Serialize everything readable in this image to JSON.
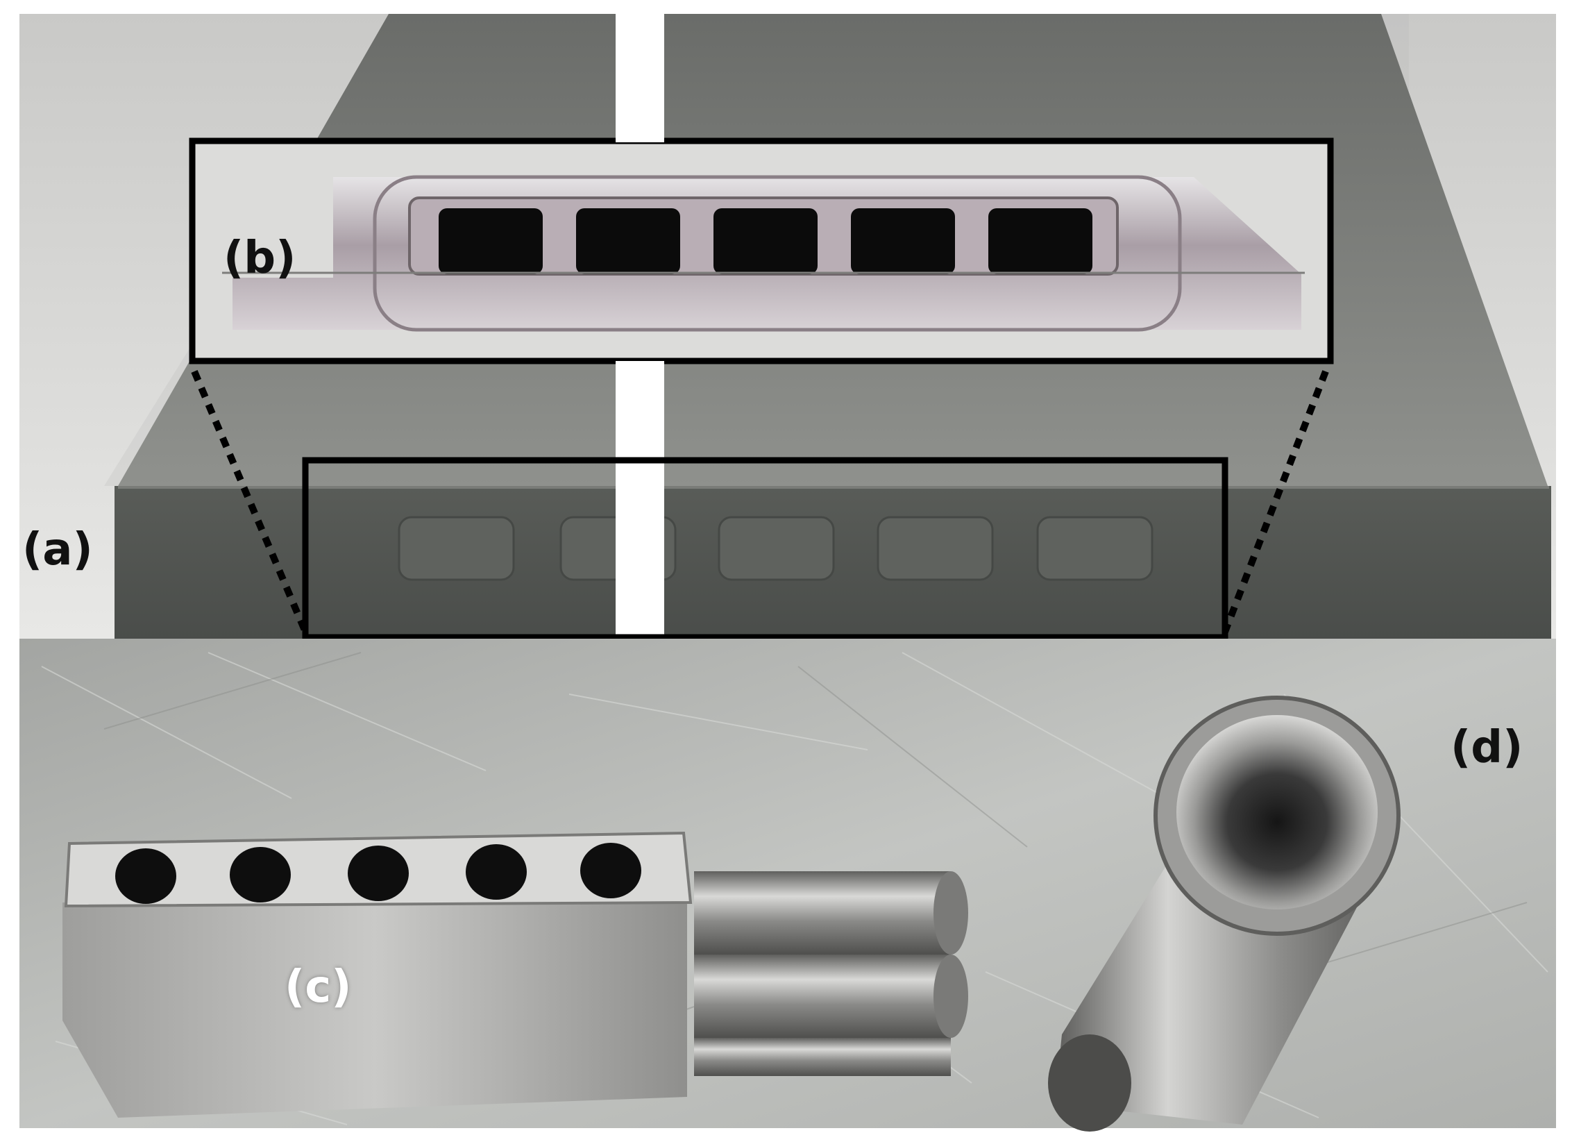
{
  "figure": {
    "panels": [
      {
        "id": "a",
        "label": "(a)"
      },
      {
        "id": "b",
        "label": "(b)"
      },
      {
        "id": "c",
        "label": "(c)"
      },
      {
        "id": "d",
        "label": "(d)"
      }
    ],
    "colors": {
      "block_face": "#505350",
      "block_top": "#8f918d",
      "metal_light": "#d8d8d6",
      "metal_mid": "#a9a9a7",
      "metal_dark": "#6d6d6b",
      "hole": "#111111",
      "surface_bg": "#b9bbb8",
      "frame": "#000000"
    }
  }
}
